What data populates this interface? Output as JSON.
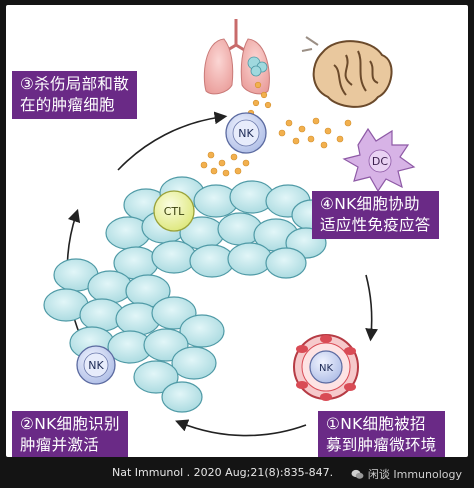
{
  "labels": {
    "step3": {
      "line1": "③杀伤局部和散",
      "line2": "在的肿瘤细胞"
    },
    "step4": {
      "line1": "④NK细胞协助",
      "line2": "适应性免疫应答"
    },
    "step2": {
      "line1": "②NK细胞识别",
      "line2": "肿瘤并激活"
    },
    "step1": {
      "line1": "①NK细胞被招",
      "line2": "募到肿瘤微环境"
    }
  },
  "cells": {
    "nk_top": "NK",
    "dc": "DC",
    "ctl": "CTL",
    "nk_left": "NK",
    "nk_vessel": "NK"
  },
  "footer": {
    "citation": "Nat Immunol . 2020 Aug;21(8):835-847.",
    "watermark": "闲谈 Immunology"
  },
  "colors": {
    "label_bg": "#6a2a86",
    "tumor_cell": "#bfe6ea",
    "tumor_edge": "#4f9aa6",
    "nk_cell": "#c9d3f0",
    "ctl_cell": "#eef3a8",
    "dc_cell": "#d7b3e6",
    "granule": "#f2b04e",
    "vessel": "#d94b55"
  },
  "icons": [
    "lung-icon",
    "lymph-node-icon",
    "circular-arrow-icon",
    "blood-vessel-icon",
    "wechat-icon"
  ]
}
